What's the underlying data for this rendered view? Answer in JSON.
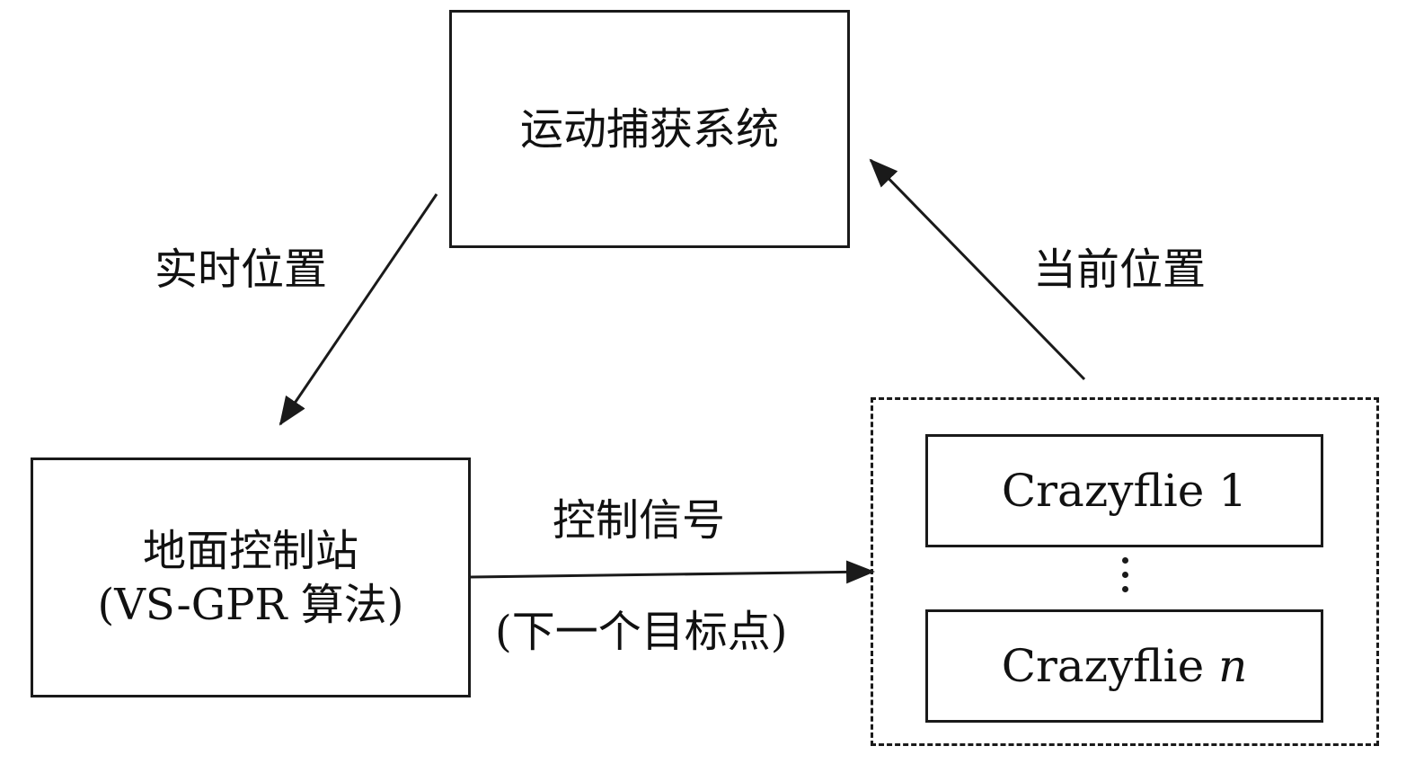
{
  "nodes": {
    "motion_capture": "运动捕获系统",
    "ground_station": {
      "line1": "地面控制站",
      "line2": "(VS-GPR 算法)"
    },
    "crazyflie_1": {
      "name": "Crazyflie",
      "index": "1"
    },
    "crazyflie_n": {
      "name": "Crazyflie",
      "index": "n"
    }
  },
  "edges": {
    "realtime_position": "实时位置",
    "current_position": "当前位置",
    "control_signal": "控制信号",
    "next_target": "(下一个目标点)"
  }
}
